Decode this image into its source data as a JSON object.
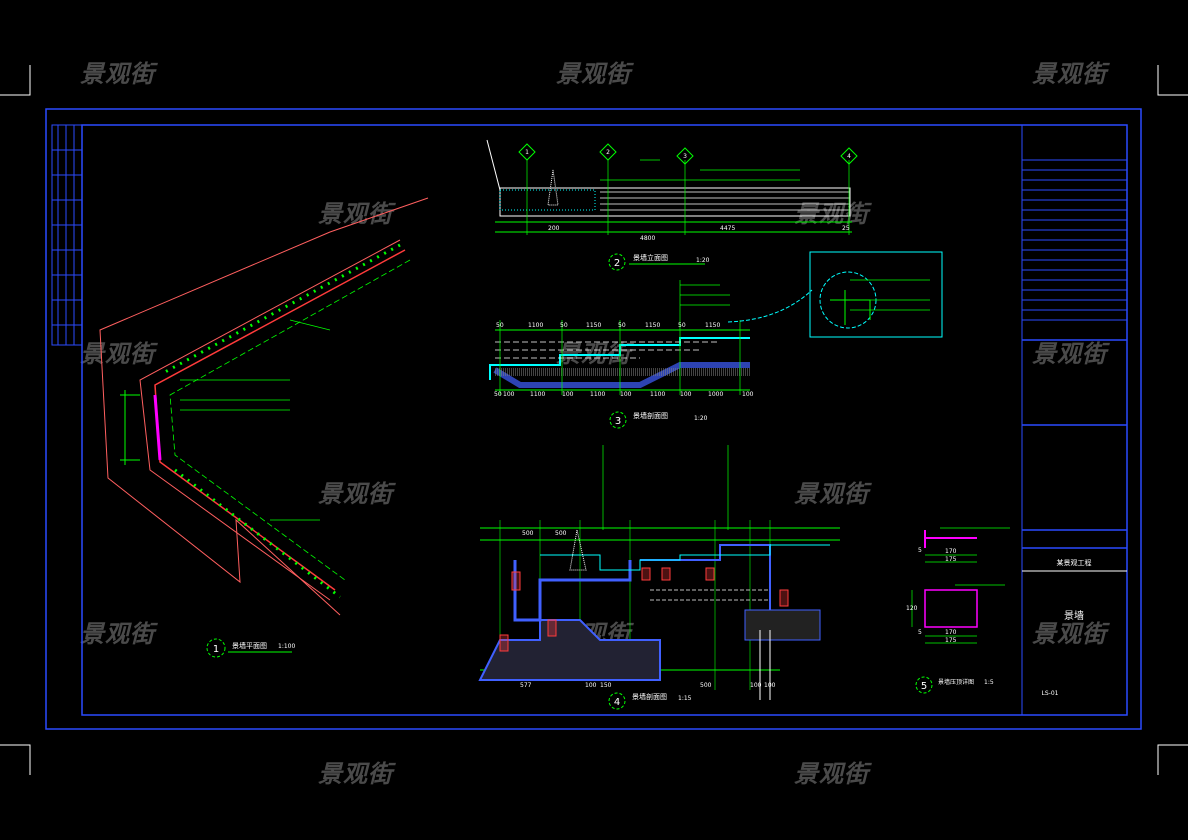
{
  "watermark": "景观街",
  "colors": {
    "frame": "#2b4bff",
    "dim": "#00ff00",
    "wall": "#ff3b3b",
    "cyan": "#00ffff",
    "magenta": "#ff00ff",
    "background": "#000000"
  },
  "views": [
    {
      "number": "1",
      "title": "景墙平面图",
      "scale": "1:100"
    },
    {
      "number": "2",
      "title": "景墙立面图",
      "scale": "1:20"
    },
    {
      "number": "3",
      "title": "景墙剖面图",
      "scale": "1:20"
    },
    {
      "number": "4",
      "title": "景墙剖面图",
      "scale": "1:15"
    },
    {
      "number": "5",
      "title": "景墙压顶详图",
      "scale": "1:5"
    }
  ],
  "elevation_markers": [
    "1",
    "2",
    "3",
    "4"
  ],
  "dims": {
    "view2": [
      "200",
      "4800",
      "4475",
      "25"
    ],
    "view3_top": [
      "50",
      "1100",
      "50",
      "1150",
      "50",
      "1150",
      "50",
      "1150"
    ],
    "view3_bottom": [
      "50",
      "100",
      "1100",
      "100",
      "1100",
      "100",
      "1100",
      "100",
      "1000",
      "100"
    ],
    "view4": [
      "500",
      "500",
      "577",
      "100",
      "150",
      "500",
      "100",
      "100"
    ],
    "view5": [
      "5",
      "170",
      "175",
      "120",
      "5",
      "170",
      "175"
    ]
  },
  "title_block": {
    "project": "某景观工程",
    "drawing": "景墙",
    "sheet_no": "LS-01"
  }
}
